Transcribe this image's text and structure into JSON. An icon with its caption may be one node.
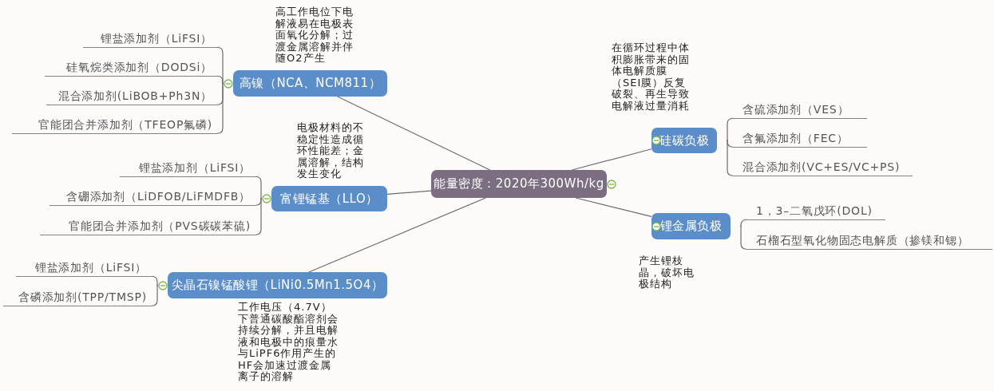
{
  "diagram": {
    "nodes": [
      {
        "text": [
          "能量密度：2020年300Wh/kg"
        ]
      },
      {
        "text": [
          "高镍（NCA、NCM811）"
        ],
        "beside": [
          "高工作电位下电解液易在电极表面氧化分解；过渡金属溶解并伴随O2产生"
        ]
      },
      {
        "text": [
          "富锂锰基（LLO）"
        ],
        "beside": [
          "电极材料的不稳定性造成循环性能差；金属溶解，结构发生变化"
        ]
      },
      {
        "text": [
          "尖晶石镍锰酸锂（LiNi0.5Mn1.5O4）"
        ],
        "beside": [
          "工作电压（4.7V）下普通碳酸酯溶剂会持续分解，并且电解液和电极中的痕量水与LiPF6作用产生的HF会加速过渡金属离子的溶解"
        ]
      },
      {
        "text": [
          "硅碳负极"
        ],
        "beside": [
          "在循环过程中体积膨胀带来的固体电解质膜（SEI膜）反复破裂、再生导致电解液过量消耗"
        ]
      },
      {
        "text": [
          "锂金属负极"
        ],
        "beside": [
          "产生锂枝晶，破坏电极结构"
        ]
      },
      {
        "text": [
          "锂盐添加剂（LiFSI）"
        ]
      },
      {
        "text": [
          "硅氧烷类添加剂（DODSi）"
        ]
      },
      {
        "text": [
          "混合添加剂(LiBOB+Ph3N）"
        ]
      },
      {
        "text": [
          "官能团合并添加剂（TFEOP氟磷)"
        ]
      },
      {
        "text": [
          "锂盐添加剂（LiFSI）"
        ]
      },
      {
        "text": [
          "含硼添加剂（LiDFOB/LiFMDFB）"
        ]
      },
      {
        "text": [
          "官能团合并添加剂（PVS碳碳苯硫)"
        ]
      },
      {
        "text": [
          "锂盐添加剂（LiFSI）"
        ]
      },
      {
        "text": [
          "含磷添加剂(TPP/TMSP)"
        ]
      },
      {
        "text": [
          "含硫添加剂（VES）"
        ]
      },
      {
        "text": [
          "含氟添加剂（FEC）"
        ]
      },
      {
        "text": [
          "混合添加剂(VC+ES/VC+PS)"
        ]
      },
      {
        "text": [
          "1，3–二氧戊环(DOL)"
        ]
      },
      {
        "text": [
          "石榴石型氧化物固态电解质（掺镁和锶）"
        ]
      }
    ],
    "edges": [
      {
        "from": 0,
        "to": 1,
        "arrow": "none"
      },
      {
        "from": 0,
        "to": 2,
        "arrow": "none"
      },
      {
        "from": 0,
        "to": 3,
        "arrow": "none"
      },
      {
        "from": 0,
        "to": 4,
        "arrow": "none"
      },
      {
        "from": 0,
        "to": 5,
        "arrow": "none"
      },
      {
        "from": 1,
        "to": 6,
        "arrow": "none"
      },
      {
        "from": 1,
        "to": 7,
        "arrow": "none"
      },
      {
        "from": 1,
        "to": 8,
        "arrow": "none"
      },
      {
        "from": 1,
        "to": 9,
        "arrow": "none"
      },
      {
        "from": 2,
        "to": 10,
        "arrow": "none"
      },
      {
        "from": 2,
        "to": 11,
        "arrow": "none"
      },
      {
        "from": 2,
        "to": 12,
        "arrow": "none"
      },
      {
        "from": 3,
        "to": 13,
        "arrow": "none"
      },
      {
        "from": 3,
        "to": 14,
        "arrow": "none"
      },
      {
        "from": 4,
        "to": 15,
        "arrow": "none"
      },
      {
        "from": 4,
        "to": 16,
        "arrow": "none"
      },
      {
        "from": 4,
        "to": 17,
        "arrow": "none"
      },
      {
        "from": 5,
        "to": 18,
        "arrow": "none"
      },
      {
        "from": 5,
        "to": 19,
        "arrow": "none"
      }
    ]
  }
}
